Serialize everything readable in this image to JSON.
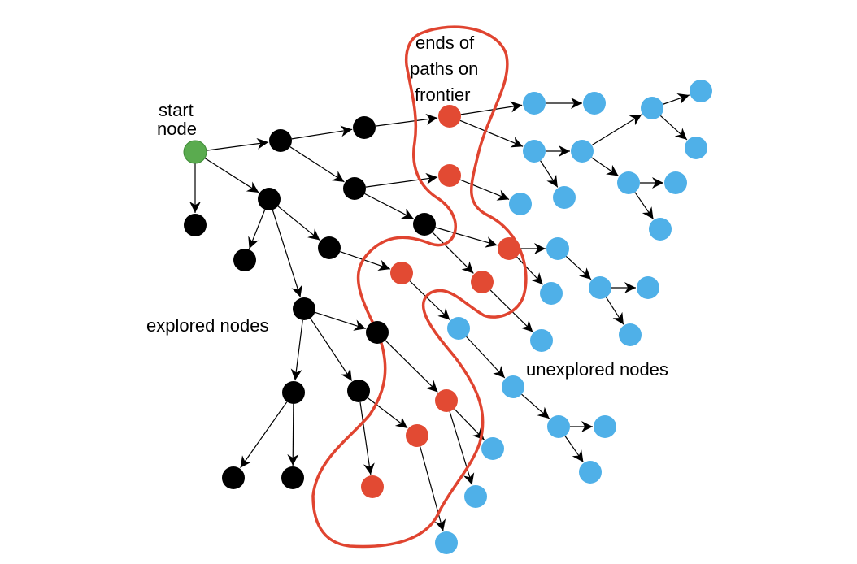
{
  "labels": {
    "start_line1": "start",
    "start_line2": "node",
    "frontier_line1": "ends of",
    "frontier_line2": "paths on",
    "frontier_line3": "frontier",
    "explored": "explored nodes",
    "unexplored": "unexplored nodes"
  },
  "colors": {
    "start": "#5aab4f",
    "explored": "#000000",
    "frontier": "#e24a33",
    "unexplored": "#4fb0e8",
    "outline": "#e04430",
    "edge": "#000000"
  },
  "node_types": [
    "start",
    "explored",
    "frontier",
    "unexplored"
  ]
}
